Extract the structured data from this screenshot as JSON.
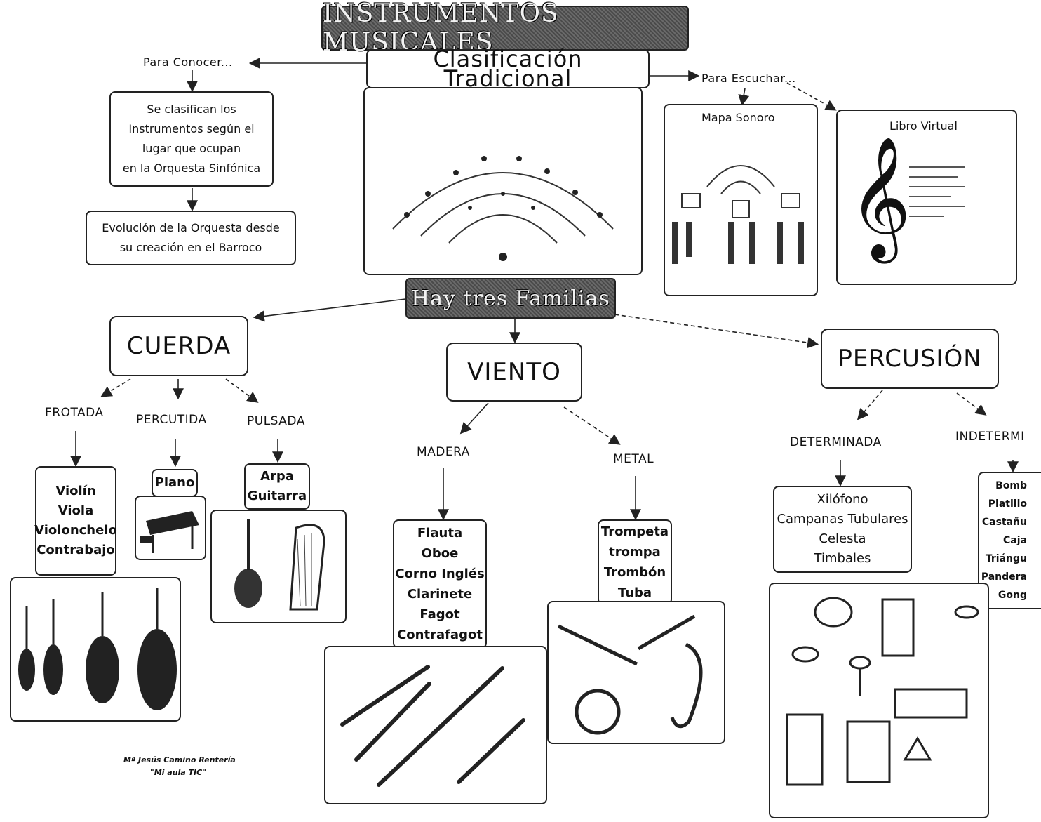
{
  "title": "INSTRUMENTOS MUSICALES",
  "classification": "Clasificación Tradicional",
  "to_know": "Para Conocer...",
  "to_listen": "Para Escuchar...",
  "classified_text": [
    "Se clasifican los",
    "Instrumentos según el",
    "lugar que ocupan",
    "en la Orquesta Sinfónica"
  ],
  "evolution_text": [
    "Evolución de la Orquesta desde",
    "su creación en el Barroco"
  ],
  "sound_map": "Mapa Sonoro",
  "virtual_book": "Libro Virtual",
  "three_families": "Hay tres Familias",
  "families": {
    "cuerda": {
      "name": "CUERDA",
      "frotada": {
        "label": "FROTADA",
        "items": [
          "Violín",
          "Viola",
          "Violonchelo",
          "Contrabajo"
        ]
      },
      "percutida": {
        "label": "PERCUTIDA",
        "items": [
          "Piano"
        ]
      },
      "pulsada": {
        "label": "PULSADA",
        "items": [
          "Arpa",
          "Guitarra"
        ]
      }
    },
    "viento": {
      "name": "VIENTO",
      "madera": {
        "label": "MADERA",
        "items": [
          "Flauta",
          "Oboe",
          "Corno Inglés",
          "Clarinete",
          "Fagot",
          "Contrafagot"
        ]
      },
      "metal": {
        "label": "METAL",
        "items": [
          "Trompeta",
          "trompa",
          "Trombón",
          "Tuba"
        ]
      }
    },
    "percusion": {
      "name": "PERCUSIÓN",
      "determinada": {
        "label": "DETERMINADA",
        "items": [
          "Xilófono",
          "Campanas Tubulares",
          "Celesta",
          "Timbales"
        ]
      },
      "indeterminada": {
        "label": "INDETERMI",
        "items": [
          "Bomb",
          "Platillo",
          "Castañu",
          "Caja",
          "Triángu",
          "Pandera",
          "Gong"
        ]
      }
    }
  },
  "credit": [
    "Mª Jesús Camino Rentería",
    "\"Mi aula TIC\""
  ],
  "colors": {
    "banner": "#5a5a5a",
    "ink": "#222222",
    "paper": "#ffffff"
  }
}
